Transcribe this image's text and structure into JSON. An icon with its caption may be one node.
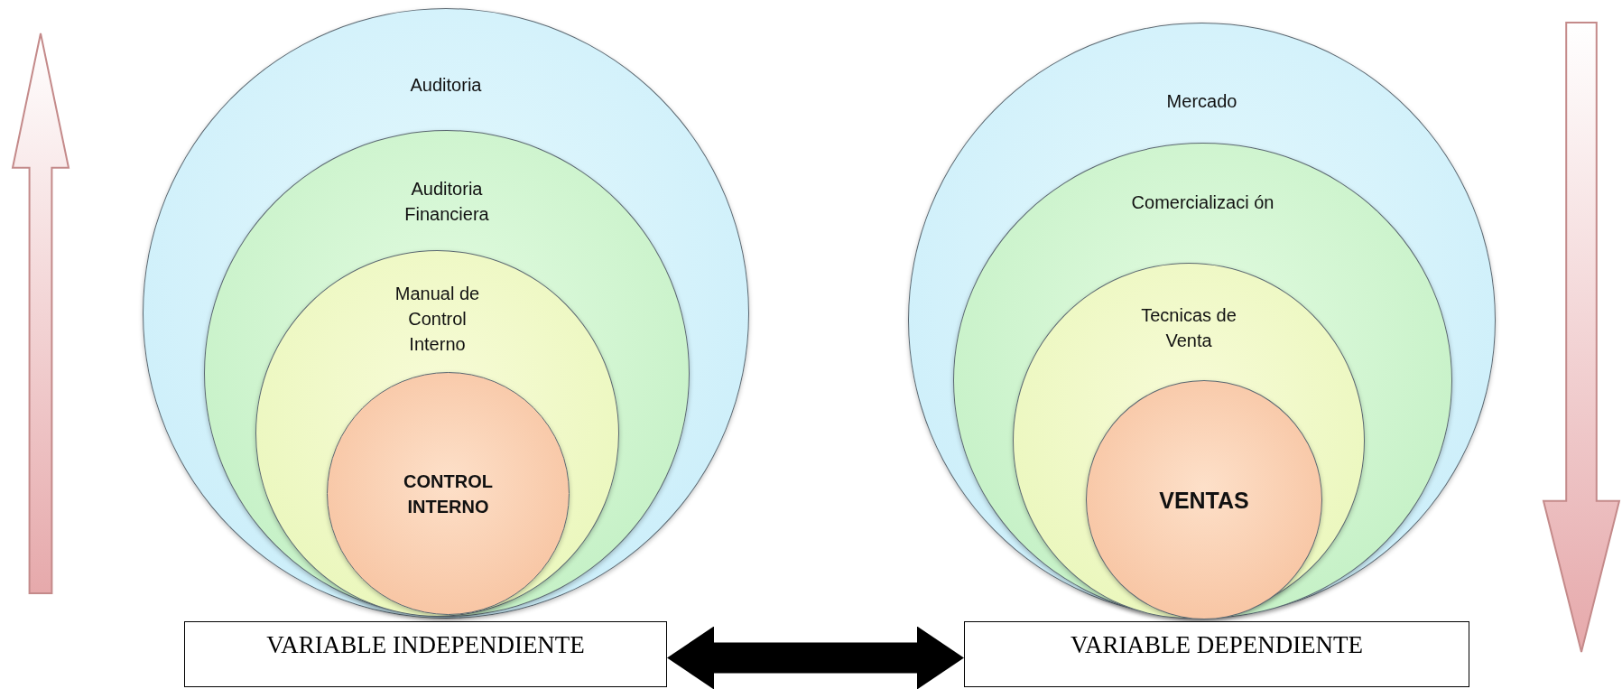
{
  "diagram": {
    "nodes": [
      {
        "text": [
          "Auditoria"
        ]
      },
      {
        "text": [
          "Auditoria Financiera"
        ],
        "in": 0
      },
      {
        "text": [
          "Manual de Control Interno"
        ],
        "in": 1
      },
      {
        "text": [
          "CONTROL INTERNO"
        ],
        "in": 2
      },
      {
        "text": [
          "VARIABLE INDEPENDIENTE"
        ]
      },
      {
        "text": [
          "Mercado"
        ]
      },
      {
        "text": [
          "Comercializaci ón"
        ],
        "in": 5
      },
      {
        "text": [
          "Tecnicas de Venta"
        ],
        "in": 6
      },
      {
        "text": [
          "VENTAS"
        ],
        "in": 7
      },
      {
        "text": [
          "VARIABLE DEPENDIENTE"
        ]
      }
    ],
    "edges": [
      {
        "from": 4,
        "to": 9,
        "arrow": "both"
      }
    ]
  }
}
